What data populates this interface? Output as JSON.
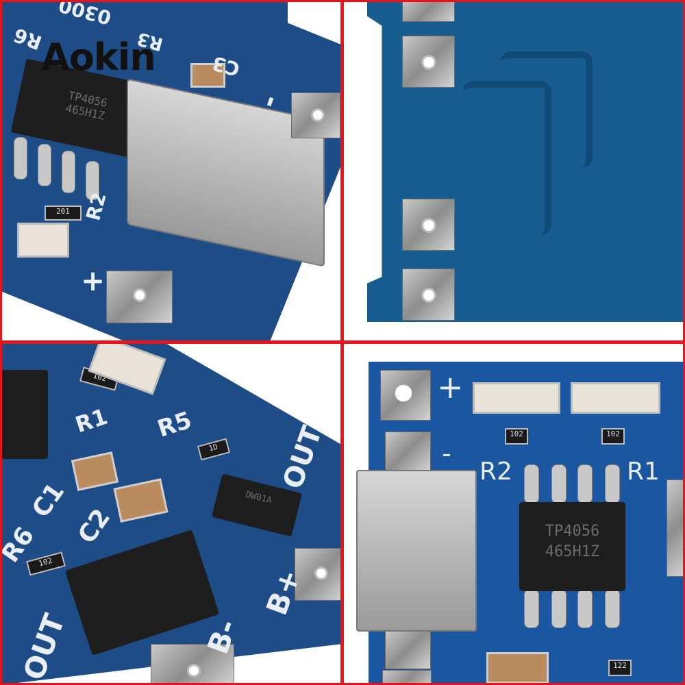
{
  "collage": {
    "layout": "2x2 grid",
    "border_color": "#e8141b",
    "background": "#ffffff"
  },
  "watermark": {
    "brand": "Aokin"
  },
  "panels": [
    {
      "id": "top-left",
      "description": "Angled close-up of PCB with micro USB connector and SOP-8 chip",
      "silkscreen": [
        "R3",
        "0300",
        "R6",
        "C3",
        "R2",
        "+",
        "-"
      ],
      "resistor_code": "201",
      "chip_text": [
        "TP4056",
        "465H1Z"
      ]
    },
    {
      "id": "top-right",
      "description": "Back side of PCB with 4 solder pads and traces",
      "silkscreen": []
    },
    {
      "id": "bottom-left",
      "description": "Angled close-up of protection circuit components",
      "silkscreen": [
        "R1",
        "R5",
        "C1",
        "C2",
        "R6",
        "OUT",
        "B+",
        "B-",
        "OUT"
      ],
      "resistor_codes": [
        "102",
        "102",
        "1D"
      ],
      "chip_text": [
        "DW01A"
      ]
    },
    {
      "id": "bottom-right",
      "description": "Top-down view of TP4056 charger module",
      "silkscreen": [
        "+",
        "R2",
        "R1",
        "-"
      ],
      "resistor_codes": [
        "102",
        "102",
        "122"
      ],
      "chip_text": [
        "TP4056",
        "465H1Z"
      ]
    }
  ],
  "colors": {
    "pcb_blue": "#1d4c86",
    "pcb_back_blue": "#175d8f",
    "solder_silver": "#b5b5b5",
    "chip_black": "#1e1e1e",
    "capacitor_tan": "#b98b5f"
  }
}
